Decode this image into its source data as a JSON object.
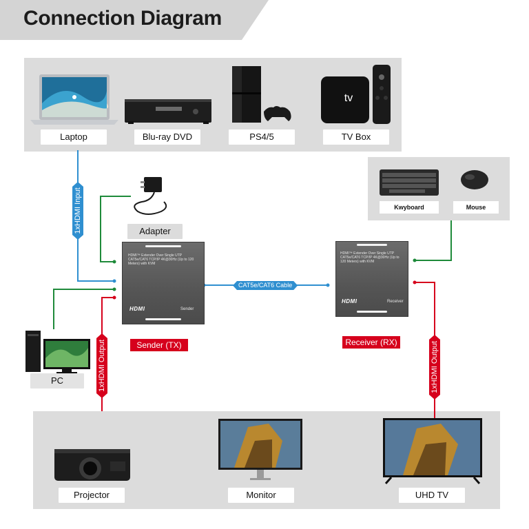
{
  "title": "Connection Diagram",
  "sources": [
    "Laptop",
    "Blu-ray DVD",
    "PS4/5",
    "TV Box"
  ],
  "tv_box_logo": "tv",
  "input_tags": {
    "laptop": "1xHDMI Input"
  },
  "adapter": "Adapter",
  "peripherals": [
    "Kwyboard",
    "Mouse"
  ],
  "sender": {
    "label": "Sender (TX)",
    "name": "Sender",
    "text": "HDMI™ Extender Over Single UTP CAT5e/CAT6 TCP/IP 4K@30Hz (Up to 120 Meters) with KVM",
    "logo": "HDMI"
  },
  "receiver": {
    "label": "Receiver (RX)",
    "name": "Receiver",
    "text": "HDMI™ Extender Over Single UTP CAT5e/CAT6 TCP/IP 4K@30Hz (Up to 120 Meters) with KVM",
    "logo": "HDMI"
  },
  "cable": "CAT5e/CAT6 Cable",
  "pc": "PC",
  "output_tags": {
    "sender": "1xHDMI Output",
    "receiver": "1xHDMI Output"
  },
  "displays": [
    "Projector",
    "Monitor",
    "UHD TV"
  ],
  "colors": {
    "input": "#2f8fd0",
    "output": "#d6001c",
    "usb": "#1e8a3a",
    "panel": "#dcdcdc"
  }
}
